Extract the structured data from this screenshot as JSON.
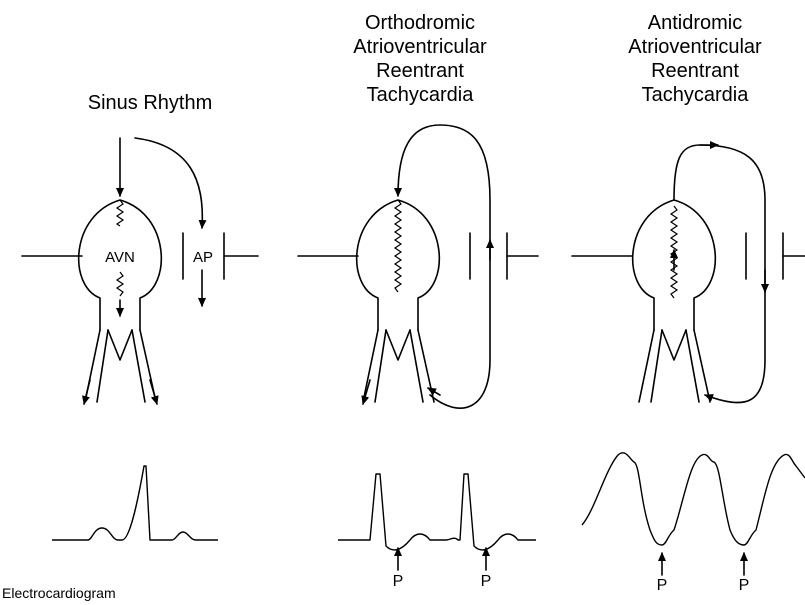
{
  "panels": [
    {
      "title_lines": [
        "Sinus Rhythm"
      ],
      "node_label": "AVN",
      "pathway_label": "AP",
      "p_labels": []
    },
    {
      "title_lines": [
        "Orthodromic",
        "Atrioventricular",
        "Reentrant",
        "Tachycardia"
      ],
      "p_labels": [
        "P",
        "P"
      ]
    },
    {
      "title_lines": [
        "Antidromic",
        "Atrioventricular",
        "Reentrant",
        "Tachycardia"
      ],
      "p_labels": [
        "P",
        "P"
      ]
    }
  ],
  "footer": "Electrocardiogram"
}
